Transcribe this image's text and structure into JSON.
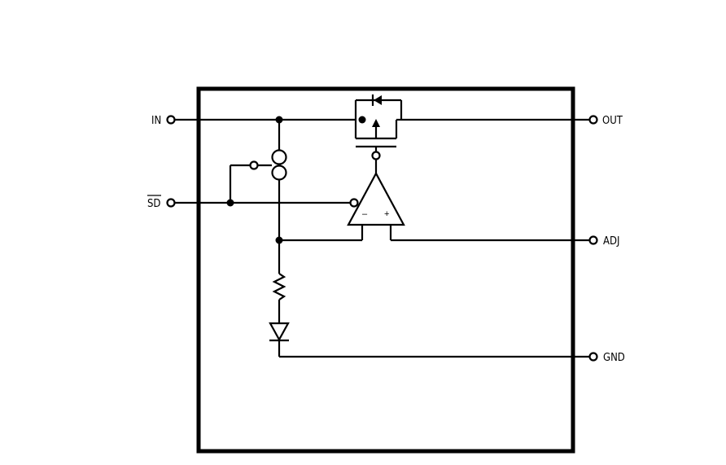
{
  "pins": {
    "in": "IN",
    "sd": "SD",
    "out": "OUT",
    "adj": "ADJ",
    "gnd": "GND"
  },
  "amplifier": {
    "minus": "–",
    "plus": "+"
  },
  "colors": {
    "line": "#000000",
    "background": "#ffffff"
  }
}
